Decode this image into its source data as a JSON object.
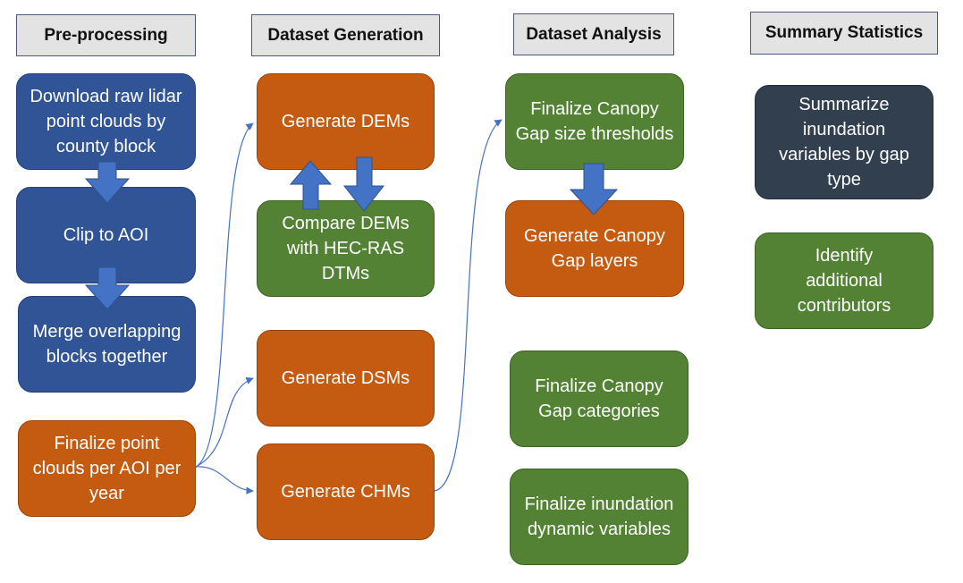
{
  "colors": {
    "blue": "#305496",
    "orange": "#c55a11",
    "green": "#548235",
    "navy": "#323f4f",
    "header_fill": "#e3e3e3",
    "arrow": "#4472c4"
  },
  "columns": [
    {
      "header": "Pre-processing",
      "boxes": [
        {
          "text": "Download raw lidar point clouds by county block",
          "color": "blue"
        },
        {
          "text": "Clip to AOI",
          "color": "blue"
        },
        {
          "text": "Merge overlapping blocks together",
          "color": "blue"
        },
        {
          "text": "Finalize point clouds per AOI per year",
          "color": "orange"
        }
      ]
    },
    {
      "header": "Dataset Generation",
      "boxes": [
        {
          "text": "Generate DEMs",
          "color": "orange"
        },
        {
          "text": "Compare DEMs with HEC-RAS DTMs",
          "color": "green"
        },
        {
          "text": "Generate DSMs",
          "color": "orange"
        },
        {
          "text": "Generate CHMs",
          "color": "orange"
        }
      ]
    },
    {
      "header": "Dataset Analysis",
      "boxes": [
        {
          "text": "Finalize Canopy Gap size thresholds",
          "color": "green"
        },
        {
          "text": "Generate Canopy Gap layers",
          "color": "orange"
        },
        {
          "text": "Finalize Canopy Gap categories",
          "color": "green"
        },
        {
          "text": "Finalize inundation dynamic variables",
          "color": "green"
        }
      ]
    },
    {
      "header": "Summary Statistics",
      "boxes": [
        {
          "text": "Summarize inundation variables by gap type",
          "color": "navy"
        },
        {
          "text": "Identify additional contributors",
          "color": "green"
        }
      ]
    }
  ]
}
